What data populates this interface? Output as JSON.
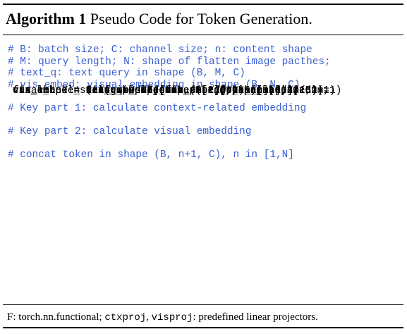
{
  "algorithm": {
    "label": "Algorithm 1",
    "title": " Pseudo Code for Token Generation.",
    "lines": [
      {
        "text": "# B: batch size; C: channel size; n: content shape",
        "type": "comment"
      },
      {
        "text": "# M: query length; N: shape of flatten image pacthes;",
        "type": "comment"
      },
      {
        "text": "# text_q: text query in shape (B, M, C)",
        "type": "comment"
      },
      {
        "text": "# vis_embed: visual embedding in shape (B, N, C)",
        "type": "comment"
      },
      {
        "text": "",
        "type": "blank"
      },
      {
        "text": "# Key part 1: calculate context-related embedding",
        "type": "comment"
      },
      {
        "text": "ctx_embed = text_q @ vis_embed.transpose(-1,-2)",
        "type": "code"
      },
      {
        "text": "ctx_embed = ctx_embed / (vis_embed.shape[-1]**0.5)",
        "type": "code"
      },
      {
        "text": "ctx_embed = (ctx_embed.softmax(-1)@vis_embed).mean(1)",
        "type": "code"
      },
      {
        "text": "ctx_embed = self.ctxproj(ctx_embed[:,None])",
        "type": "code"
      },
      {
        "text": "",
        "type": "blank"
      },
      {
        "text": "# Key part 2: calculate visual embedding",
        "type": "comment"
      },
      {
        "text": "cur_shape = int(vis_embed.shape[1]**0.5)",
        "type": "code"
      },
      {
        "text": "vis_embed = vis_embed.reshape(B, cur_shape, -1, C)",
        "type": "code"
      },
      {
        "text": "vis_embed = F.avg_pool2d(vis_embed.permute(0,3,1,2),",
        "type": "code"
      },
      {
        "text": "    kernel_size=cur_shape//n, stride=cur_shape//n)",
        "type": "code"
      },
      {
        "text": "vis_embed = vis_embed.permute(0,2,3,1).flatten(1,2)",
        "type": "code"
      },
      {
        "text": "vis_embed = self.visproj(vis_embed)",
        "type": "code"
      },
      {
        "text": "",
        "type": "blank"
      },
      {
        "text": "# concat token in shape (B, n+1, C), n in [1,N]",
        "type": "comment"
      },
      {
        "text": "final_token = torch.cat([ctx_embed, vis_embed], dim=1)",
        "type": "code"
      }
    ],
    "footer": {
      "part1": "F: torch.nn.functional; ",
      "code1": "ctxproj",
      "part2": ", ",
      "code2": "visproj",
      "part3": ": predefined linear projectors."
    },
    "colors": {
      "comment": "#3a5fd0",
      "code": "#000000"
    }
  }
}
